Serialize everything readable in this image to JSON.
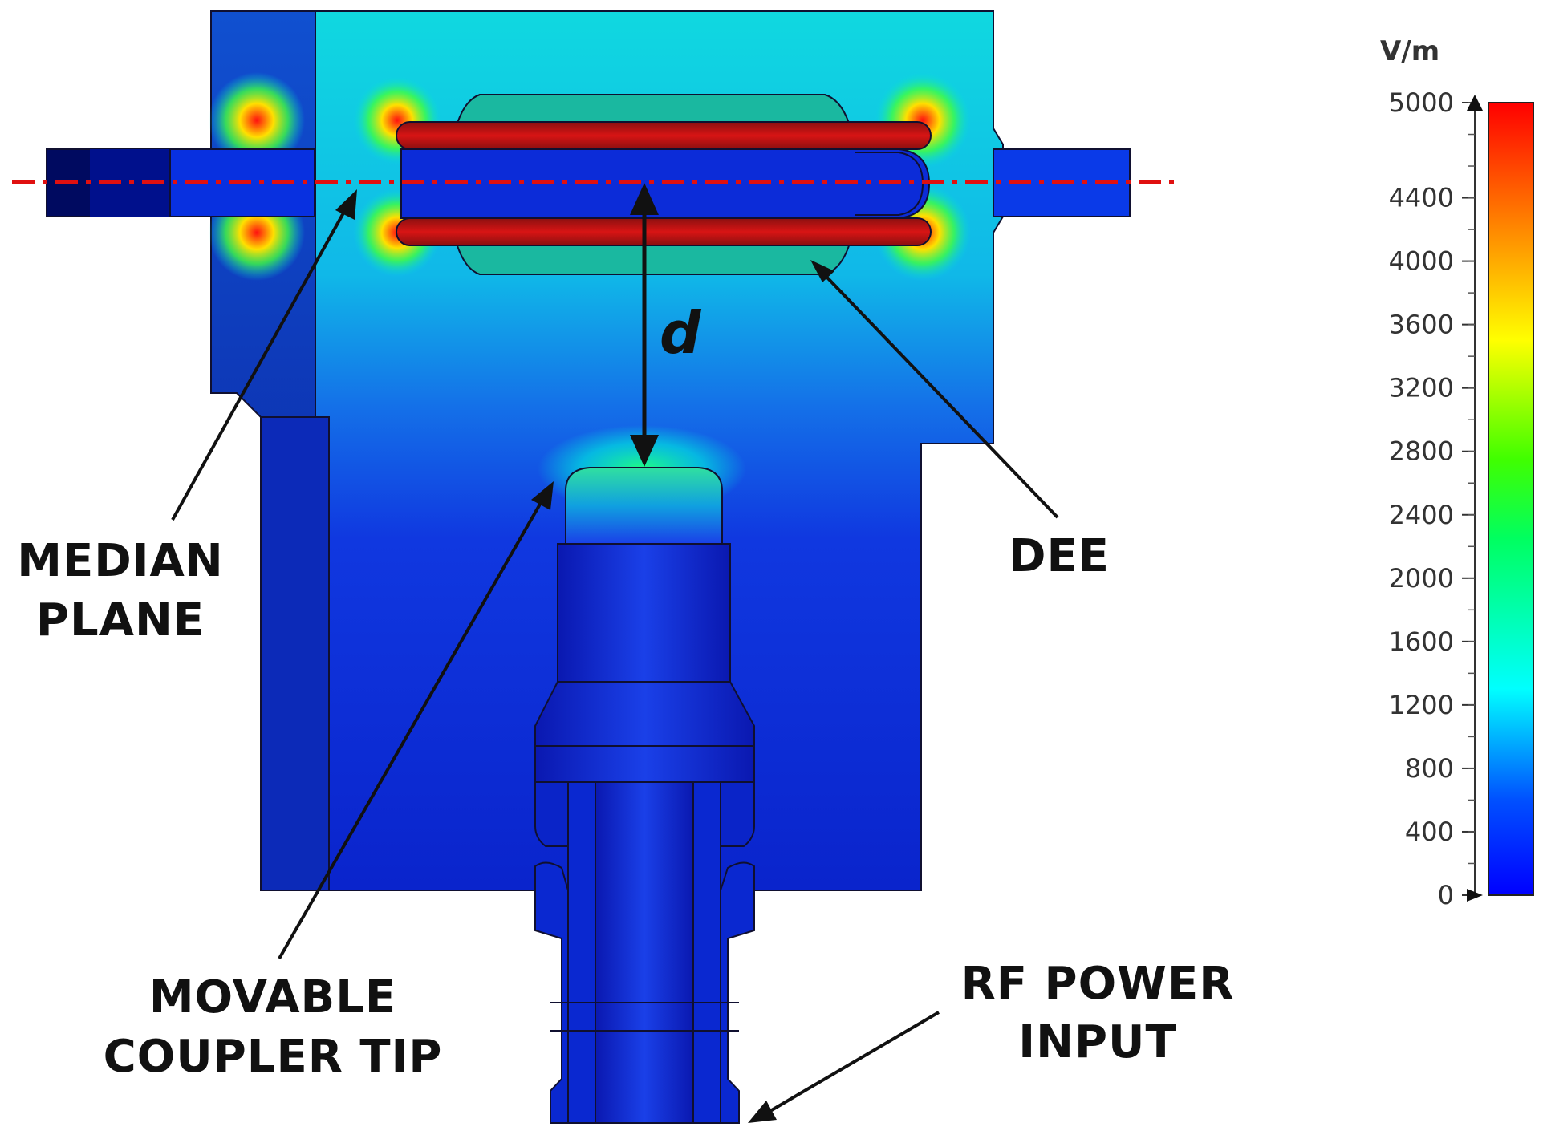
{
  "labels": {
    "median_plane_line1": "MEDIAN",
    "median_plane_line2": "PLANE",
    "dee": "DEE",
    "movable_coupler_tip_line1": "MOVABLE",
    "movable_coupler_tip_line2": "COUPLER TIP",
    "rf_power_input_line1": "RF POWER",
    "rf_power_input_line2": "INPUT",
    "gap_distance": "d"
  },
  "colorbar": {
    "unit": "V/m",
    "min": 0,
    "max": 5000,
    "ticks": [
      "5000",
      "4400",
      "4000",
      "3600",
      "3200",
      "2800",
      "2400",
      "2000",
      "1600",
      "1200",
      "800",
      "400",
      "0"
    ],
    "colormap": [
      "#0000ff",
      "#0080ff",
      "#00ffff",
      "#00ff80",
      "#00ff00",
      "#80ff00",
      "#ffff00",
      "#ff8000",
      "#ff0000"
    ]
  },
  "colors": {
    "field_low": "#0a1fd8",
    "field_mid": "#00d8e8",
    "field_high": "#d01010",
    "median_line": "#e01010",
    "outline": "#101030"
  }
}
